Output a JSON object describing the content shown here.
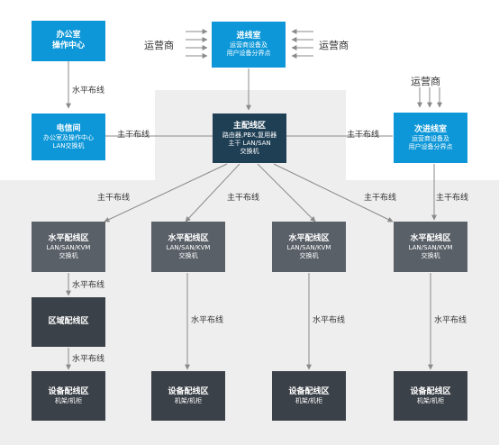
{
  "nodes": {
    "office": {
      "title": "办公室",
      "sub": "操作中心"
    },
    "entrance": {
      "title": "进线室",
      "sub1": "运营商设备及",
      "sub2": "用户设备分界点"
    },
    "telecom": {
      "title": "电信间",
      "sub1": "办公室及操作中心",
      "sub2": "LAN交换机"
    },
    "main": {
      "title": "主配线区",
      "sub1": "路由器,PBX,复用器",
      "sub2": "主干 LAN/SAN",
      "sub3": "交换机"
    },
    "secondary": {
      "title": "次进线室",
      "sub1": "运营商设备及",
      "sub2": "用户设备分界点"
    },
    "hda": [
      {
        "title": "水平配线区",
        "sub1": "LAN/SAN/KVM",
        "sub2": "交换机"
      },
      {
        "title": "水平配线区",
        "sub1": "LAN/SAN/KVM",
        "sub2": "交换机"
      },
      {
        "title": "水平配线区",
        "sub1": "LAN/SAN/KVM",
        "sub2": "交换机"
      },
      {
        "title": "水平配线区",
        "sub1": "LAN/SAN/KVM",
        "sub2": "交换机"
      }
    ],
    "zone": {
      "title": "区域配线区"
    },
    "eda": [
      {
        "title": "设备配线区",
        "sub": "机架/机柜"
      },
      {
        "title": "设备配线区",
        "sub": "机架/机柜"
      },
      {
        "title": "设备配线区",
        "sub": "机架/机柜"
      },
      {
        "title": "设备配线区",
        "sub": "机架/机柜"
      }
    ]
  },
  "labels": {
    "carrier": "运营商",
    "horizontal": "水平布线",
    "backbone": "主干布线"
  },
  "colors": {
    "blue": "#0d97d8",
    "navy": "#1f3f55",
    "gray": "#5a6068",
    "dark": "#3b4148",
    "line": "#8a8a8a"
  }
}
